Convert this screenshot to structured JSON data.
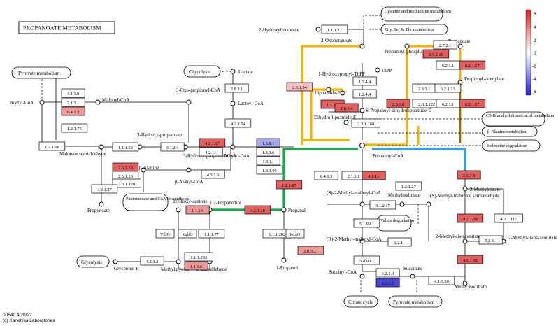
{
  "title": "PROPANOATE METABOLISM",
  "footer": {
    "line1": "00640 4/20/22",
    "line2": "(c) Kanehisa Laboratories"
  },
  "legend": {
    "ticks": [
      "6",
      "4",
      "2",
      "0",
      "-2",
      "-4",
      "-6"
    ],
    "colors": {
      "high": "#e02020",
      "mid": "#ffffff",
      "low": "#2020e0"
    }
  },
  "compounds": {
    "acetyl_coa": "Acetyl-CoA",
    "malonyl_coa": "Malonyl-CoA",
    "oxopropionyl_coa": "3-Oxo-propionyl-CoA",
    "lactate": "Lactate",
    "lactoyl_coa": "Lactoyl-CoA",
    "hydroxypropanoate": "3-Hydroxy-propanoate",
    "hydroxypropionyl_coa": "3-Hydroxy-propionyl-CoA",
    "acrylyl_coa": "Acrylyl-CoA",
    "malonate_semialdehyde": "Malonate semialdehyde",
    "beta_alanine": "β-Alanine",
    "beta_alanyl_coa": "β-Alanyl-CoA",
    "propynoate": "Propynoate",
    "hydroxyacetone": "Hydroxy-acetone",
    "propanediol": "1,2-Propanediol",
    "propanal": "Propanal",
    "propanol": "1-Propanol",
    "methylglyoxal": "Methylglyoxal",
    "lactaldehyde": "L-Lactaldehyde",
    "glycerone_p": "Glycerone-P",
    "hydroxybutanoate": "2-Hydroxybutanoate",
    "oxobutanoate": "2-Oxobutanoate",
    "propanoate": "Propanoate",
    "propanoyl_phosphate": "Propanoyl-phosphate",
    "propionyl_adenylate": "Propionyl-adenylate",
    "hydroxypropyl_thpp": "1-Hydroxypropyl-ThPP",
    "thpp": "ThPP",
    "lipoamide_e": "Lipoamide-E",
    "s_propanoyl": "S-Propanoyl-dihydrolipoamide-E",
    "dihydrolipoamide_e": "Dihydro-lipoamide-E",
    "propanoyl_coa": "Propanoyl-CoA",
    "s_methylmalonyl_coa": "(S)-2-Methyl-malonyl-CoA",
    "methylmalonate": "Methylmalonate",
    "s_methylmalonate_semialdehyde": "(S)-Methyl-malonate semialdehyde",
    "r_methylmalonyl_coa": "(R)-2-Methyl-malonyl-CoA",
    "succinyl_coa": "Succinyl-CoA",
    "succinate": "Succinate",
    "methylcitrate": "2-Methylcitrate",
    "methyl_cis_aconitate": "2-Methyl-cis-aconitate",
    "methyl_trans_aconitate": "2-Methyl-trans-aconitate",
    "methylisocitrate": "Methylisocitrate"
  },
  "maps": {
    "pyruvate_top": "Pyruvate metabolism",
    "glycolysis_top": "Glycolysis",
    "cysteine": "Cysteine and methionine metabolism",
    "gly_ser": "Gly, Ser & Thr metabolism",
    "c5_branched": "C5-Branched dibasic acid metabolism",
    "beta_alanine_met": "β-Alanine metabolism",
    "isoleucine": "Isoleucine degradation",
    "pantothenate": "Pantothenate and CoA biosynthesis",
    "glycolysis_bottom": "Glycolysis",
    "valine": "Valine degradation",
    "citrate": "Citrate cycle",
    "pyruvate_bottom": "Pyruvate metabolism"
  },
  "enzymes": {
    "e4119": "4.1.1.9",
    "e2131": "2.1.3.1",
    "e6412": "6.4.1.2",
    "e12175": "1.2.1.75",
    "e12118": "1.2.1.18",
    "e11159": "1.1.1.59",
    "e3124": "3.1.2.4",
    "e42117a": "4.2.1.17",
    "e421": "4.2.1.-",
    "e2831": "2.8.3.1",
    "e42154": "4.2.1.54",
    "e1381": "1.3.8.1",
    "e1336": "1.3.3.6",
    "e131": "1.3.1.-",
    "e131_95": "1.3.1.95",
    "e26119": "2.6.1.19",
    "e26118": "2.6.1.18",
    "e261120": "2.6.1.120",
    "e4316": "4.3.1.6",
    "e42127": "4.2.1.27",
    "e1116a": "1.1.1.6",
    "e42128": "4.2.1.28",
    "e12187": "1.2.1.87",
    "ydjg": "YdjG",
    "yqhd": "YqhD",
    "e11177": "1.1.1.77",
    "e111202": "1.1.1.202",
    "pduq": "PduQ",
    "e11283": "1.1.1.283",
    "e1116b": "1.1.1.6",
    "e4233": "4.2.3.3",
    "e11127": "1.1.1.27",
    "e2721": "2.7.2.1",
    "e27215": "2.7.2.15",
    "e2314": "2.3.1.54",
    "e1244a": "1.2.4.4",
    "e1244b": "1.2.4.4",
    "e1271": "1.2.7.1",
    "e1814": "1.8.1.4",
    "e23118": "2.3.1.8",
    "e231222": "2.3.1.222",
    "e231168": "2.3.1.168",
    "e6211a": "6.2.1.1",
    "e62117a": "6.2.1.17",
    "e2831b": "2.8.3.1",
    "e621113": "6.2.1.13",
    "e6211b": "6.2.1.1",
    "e62117b": "6.2.1.17",
    "e6413": "6.4.1.3",
    "e2131b": "2.1.3.1",
    "e411": "4.1.1.-",
    "e12127": "1.2.1.27",
    "e31217": "3.1.2.17",
    "e51991": "5.1.99.1",
    "e121": "1.2.1.-",
    "e54992": "5.4.99.2",
    "e28327": "2.8.3.27",
    "e6214": "6.2.1.4",
    "e6215": "6.2.1.5",
    "e41330": "4.1.3.30",
    "e2335": "2.3.3.5",
    "e42179": "4.2.1.79",
    "e42199": "4.2.1.99",
    "e42117b": "4.2.1.117",
    "e533": "5.3.3.-"
  }
}
